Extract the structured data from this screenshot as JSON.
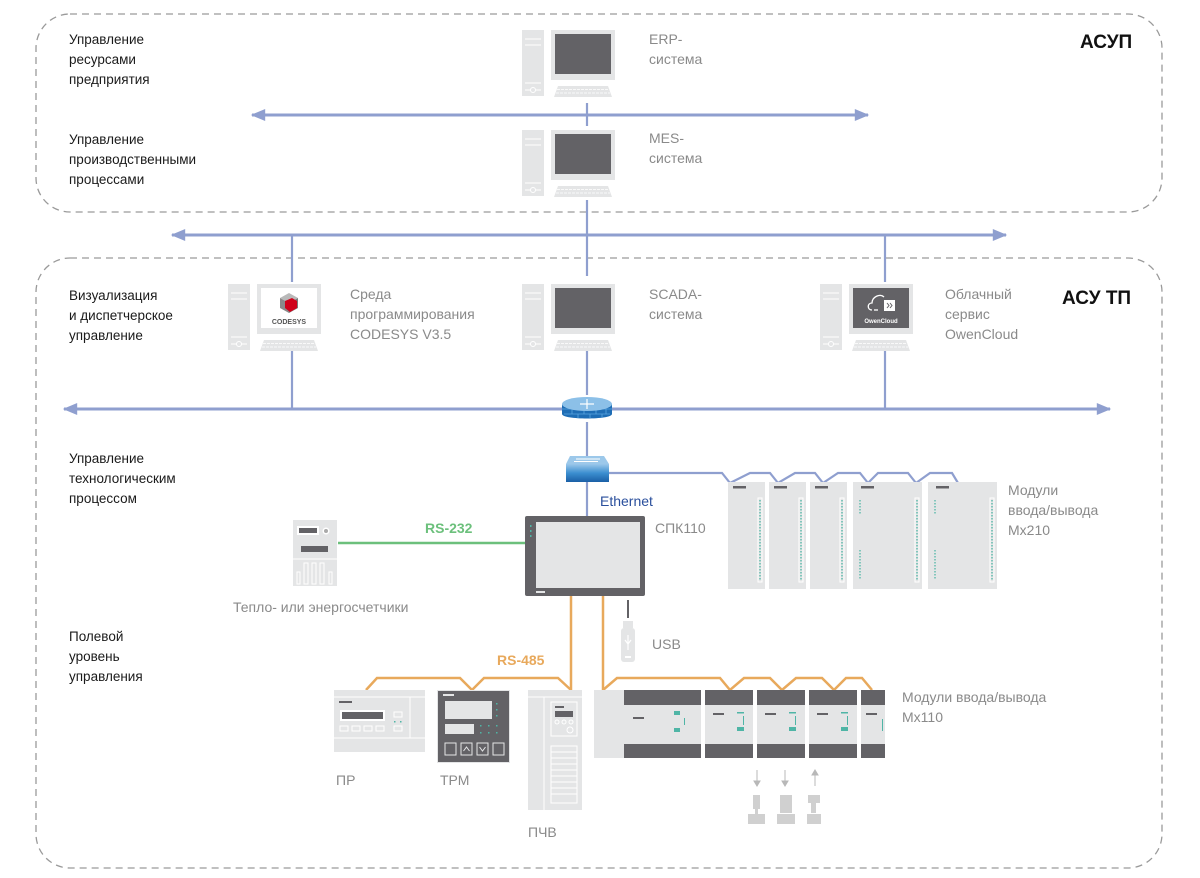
{
  "colors": {
    "ethernet": "#8f9fcf",
    "rs232": "#6cc07c",
    "rs485": "#e8a95c",
    "ethernet_label": "#2a4f9c",
    "border": "#9a9a9a",
    "device_light": "#e4e5e6",
    "device_dark": "#636266",
    "led": "#4fb5a6"
  },
  "zones": [
    {
      "id": "asup",
      "title": "АСУП"
    },
    {
      "id": "asutp",
      "title": "АСУ ТП"
    }
  ],
  "levels": [
    {
      "id": "erp-level",
      "text": "Управление\nресурсами\nпредприятия"
    },
    {
      "id": "mes-level",
      "text": "Управление\nпроизводственными\nпроцессами"
    },
    {
      "id": "vis-level",
      "text": "Визуализация\nи диспетчерское\nуправление"
    },
    {
      "id": "tech-level",
      "text": "Управление\nтехнологическим\nпроцессом"
    },
    {
      "id": "field-level",
      "text": "Полевой\nуровень\nуправления"
    }
  ],
  "computers": [
    {
      "id": "erp",
      "label": "ERP-\nсистема",
      "screen": "dark"
    },
    {
      "id": "mes",
      "label": "MES-\nсистема",
      "screen": "dark"
    },
    {
      "id": "codesys",
      "label": "Среда\nпрограммирования\nCODESYS V3.5",
      "screen": "codesys",
      "logo_text": "CODESYS"
    },
    {
      "id": "scada",
      "label": "SCADA-\nсистема",
      "screen": "dark"
    },
    {
      "id": "owencloud",
      "label": "Облачный\nсервис\nOwenCloud",
      "screen": "cloud",
      "logo_text": "OwenCloud"
    }
  ],
  "protocols": {
    "ethernet": "Ethernet",
    "rs232": "RS-232",
    "rs485": "RS-485"
  },
  "devices": {
    "spk": "СПК110",
    "meters": "Тепло- или энергосчетчики",
    "usb": "USB",
    "mx210": "Модули\nввода/вывода\nMx210",
    "mx110": "Модули ввода/вывода\nMx110",
    "pr": "ПР",
    "trm": "ТРМ",
    "pchv": "ПЧВ"
  },
  "network_nodes": {
    "router": "router-firewall-icon",
    "switch": "network-switch-icon"
  }
}
